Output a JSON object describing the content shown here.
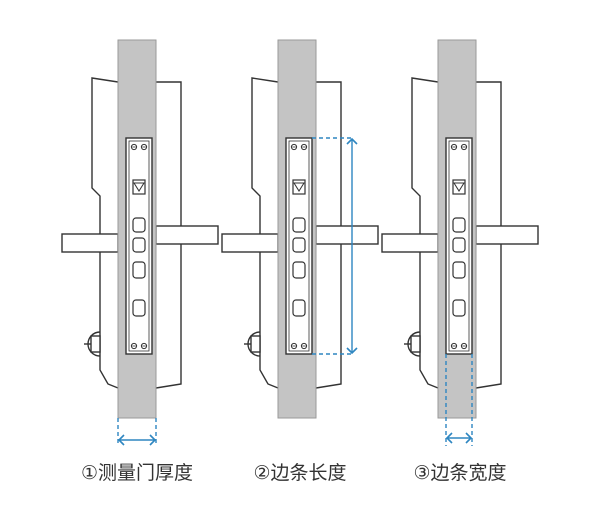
{
  "captions": [
    "①测量门厚度",
    "②边条长度",
    "③边条宽度"
  ],
  "colors": {
    "door": "#c4c4c4",
    "outline": "#333333",
    "measure": "#2e86c1"
  },
  "icons": [
    "lock-body-icon",
    "latch-icon",
    "keyhole-icon"
  ]
}
